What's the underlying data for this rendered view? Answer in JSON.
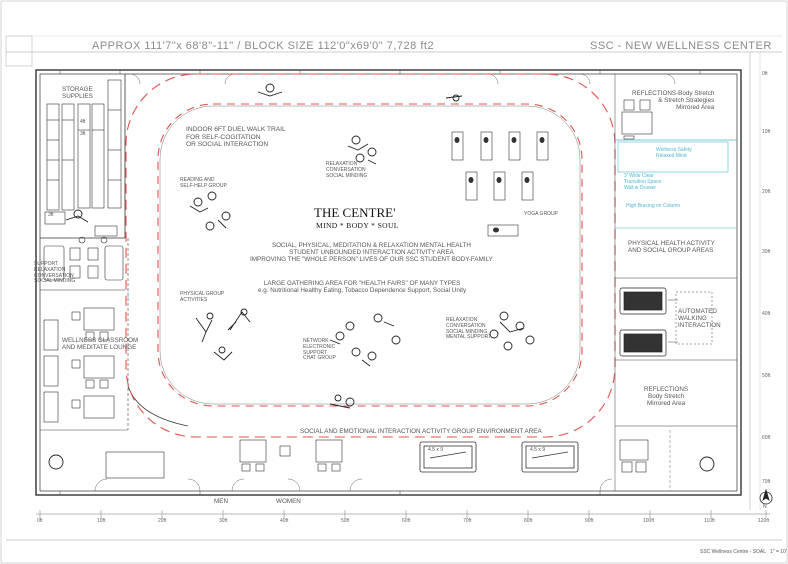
{
  "header": {
    "approx": "APPROX 111'7\"x 68'8\"-11\" / BLOCK SIZE 112'0\"x69'0\" 7,728 ft2",
    "project": "SSC - NEW WELLNESS CENTER"
  },
  "left": {
    "storage": "STORAGE\nSUPPLIES",
    "support": "SUPPORT\nRELAXATION\nCONVERSATION\nSOCIAL MINDING",
    "classroom": "WELLNESS CLASSROOM\nAND MEDITATE LOUNGE",
    "shelf_a": "4ft",
    "shelf_b": "3ft",
    "shelf_c": "3ft"
  },
  "trail": {
    "label": "INDOOR 6FT DUEL WALK TRAIL\nFOR SELF-COGITATION\nOR SOCIAL INTERACTION"
  },
  "centre": {
    "title": "THE CENTRE'",
    "subtitle": "MIND * BODY * SOUL",
    "desc1": "SOCIAL, PHYSICAL, MEDITATION & RELAXATION MENTAL HEALTH\nSTUDENT UNBOUNDED INTERACTION ACTIVITY AREA\nIMPROVING THE \"WHOLE PERSON\" LIVES OF OUR SSC STUDENT BODY-FAMILY",
    "desc2": "LARGE GATHERING AREA FOR \"HEALTH FAIRS\" OF MANY TYPES\ne.g. Nutritional Healthy Eating, Tobacco Dependence Support, Social Unity"
  },
  "inner_labels": {
    "reading": "READING AND\nSELF-HELP GROUP",
    "relax_top": "RELAXATION\nCONVERSATION\nSOCIAL MINDING",
    "yoga": "YOGA GROUP",
    "physical": "PHYSICAL GROUP\nACTIVITIES",
    "network": "NETWORK\nELECTRONIC\nSUPPORT\nCHAT GROUP",
    "relax_bottom": "RELAXATION\nCONVERSATION\nSOCIAL MINDING\nMENTAL SUPPORT"
  },
  "right": {
    "reflections_top": "REFLECTIONS-Body Stretch\n& Stretch Strategies\nMirrored Area",
    "cyan_box": "Wellness Safety\nRelaxed Mind",
    "cyan_note": "3' Wide Clear\nTransition Space\nWall w Drawer",
    "column": "High Bracing on Column",
    "physical_health": "PHYSICAL HEALTH ACTIVITY\nAND SOCIAL GROUP AREAS",
    "walking": "AUTOMATED\nWALKING\nINTERACTION",
    "reflections_bottom": "REFLECTIONS\nBody Stretch\nMirrored Area"
  },
  "bottom": {
    "env": "SOCIAL AND EMOTIONAL INTERACTION ACTIVITY GROUP ENVIRONMENT AREA",
    "men": "MEN",
    "women": "WOMEN",
    "pool1": "4.5 x 9",
    "pool2": "4.5 x 9"
  },
  "scale_labels": [
    "0ft",
    "10ft",
    "20ft",
    "30ft",
    "40ft",
    "50ft",
    "60ft",
    "70ft",
    "80ft",
    "90ft",
    "100ft",
    "110ft",
    "120ft"
  ],
  "side_scale": [
    "0ft",
    "10ft",
    "20ft",
    "30ft",
    "40ft",
    "50ft",
    "60ft",
    "70ft"
  ],
  "footer": "SSC Wellness Centre - SOAL   1\" = 10'",
  "north": "N",
  "colors": {
    "trail": "#e0534d",
    "accent": "#4fb7d0",
    "line": "#4a4a4a"
  }
}
